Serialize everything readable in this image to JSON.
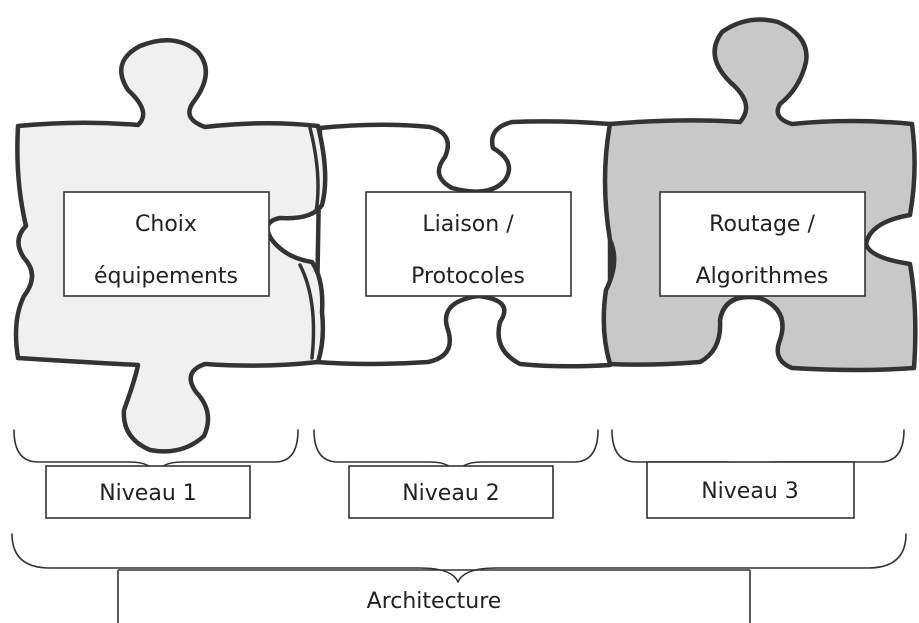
{
  "pieces": [
    {
      "line1": "Choix",
      "line2": "équipements",
      "fill": "#f0f0f0"
    },
    {
      "line1": "Liaison /",
      "line2": "Protocoles",
      "fill": "#ffffff"
    },
    {
      "line1": "Routage /",
      "line2": "Algorithmes",
      "fill": "#c8c8c8"
    }
  ],
  "levels": [
    "Niveau 1",
    "Niveau 2",
    "Niveau 3"
  ],
  "architecture": "Architecture",
  "colors": {
    "stroke": "#333333",
    "light": "#f0f0f0",
    "dark": "#c8c8c8"
  }
}
